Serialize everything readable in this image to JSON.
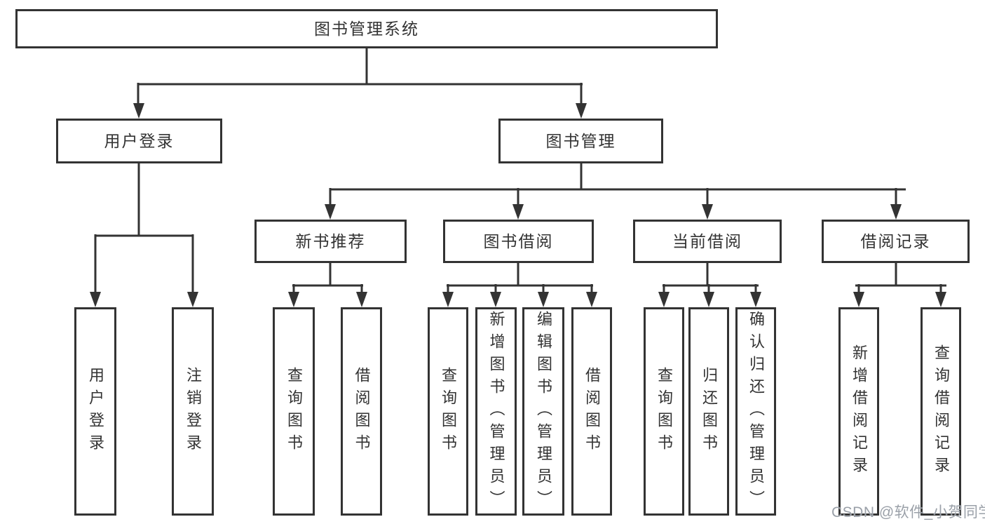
{
  "tree": {
    "root": {
      "label": "图书管理系统"
    },
    "branches": [
      {
        "label": "用户登录",
        "children": [
          {
            "label": "用户登录"
          },
          {
            "label": "注销登录"
          }
        ]
      },
      {
        "label": "图书管理",
        "children": [
          {
            "label": "新书推荐",
            "children": [
              {
                "label": "查询图书"
              },
              {
                "label": "借阅图书"
              }
            ]
          },
          {
            "label": "图书借阅",
            "children": [
              {
                "label": "查询图书"
              },
              {
                "label": "新增图书（管理员）"
              },
              {
                "label": "编辑图书（管理员）"
              },
              {
                "label": "借阅图书"
              }
            ]
          },
          {
            "label": "当前借阅",
            "children": [
              {
                "label": "查询图书"
              },
              {
                "label": "归还图书"
              },
              {
                "label": "确认归还（管理员）"
              }
            ]
          },
          {
            "label": "借阅记录",
            "children": [
              {
                "label": "新增借阅记录"
              },
              {
                "label": "查询借阅记录"
              }
            ]
          }
        ]
      }
    ]
  },
  "watermark": {
    "text": "CSDN @软件_小贺同学"
  },
  "colors": {
    "line": "#333333",
    "text": "#333333",
    "watermark": "#9aa0a8",
    "background": "#ffffff"
  }
}
